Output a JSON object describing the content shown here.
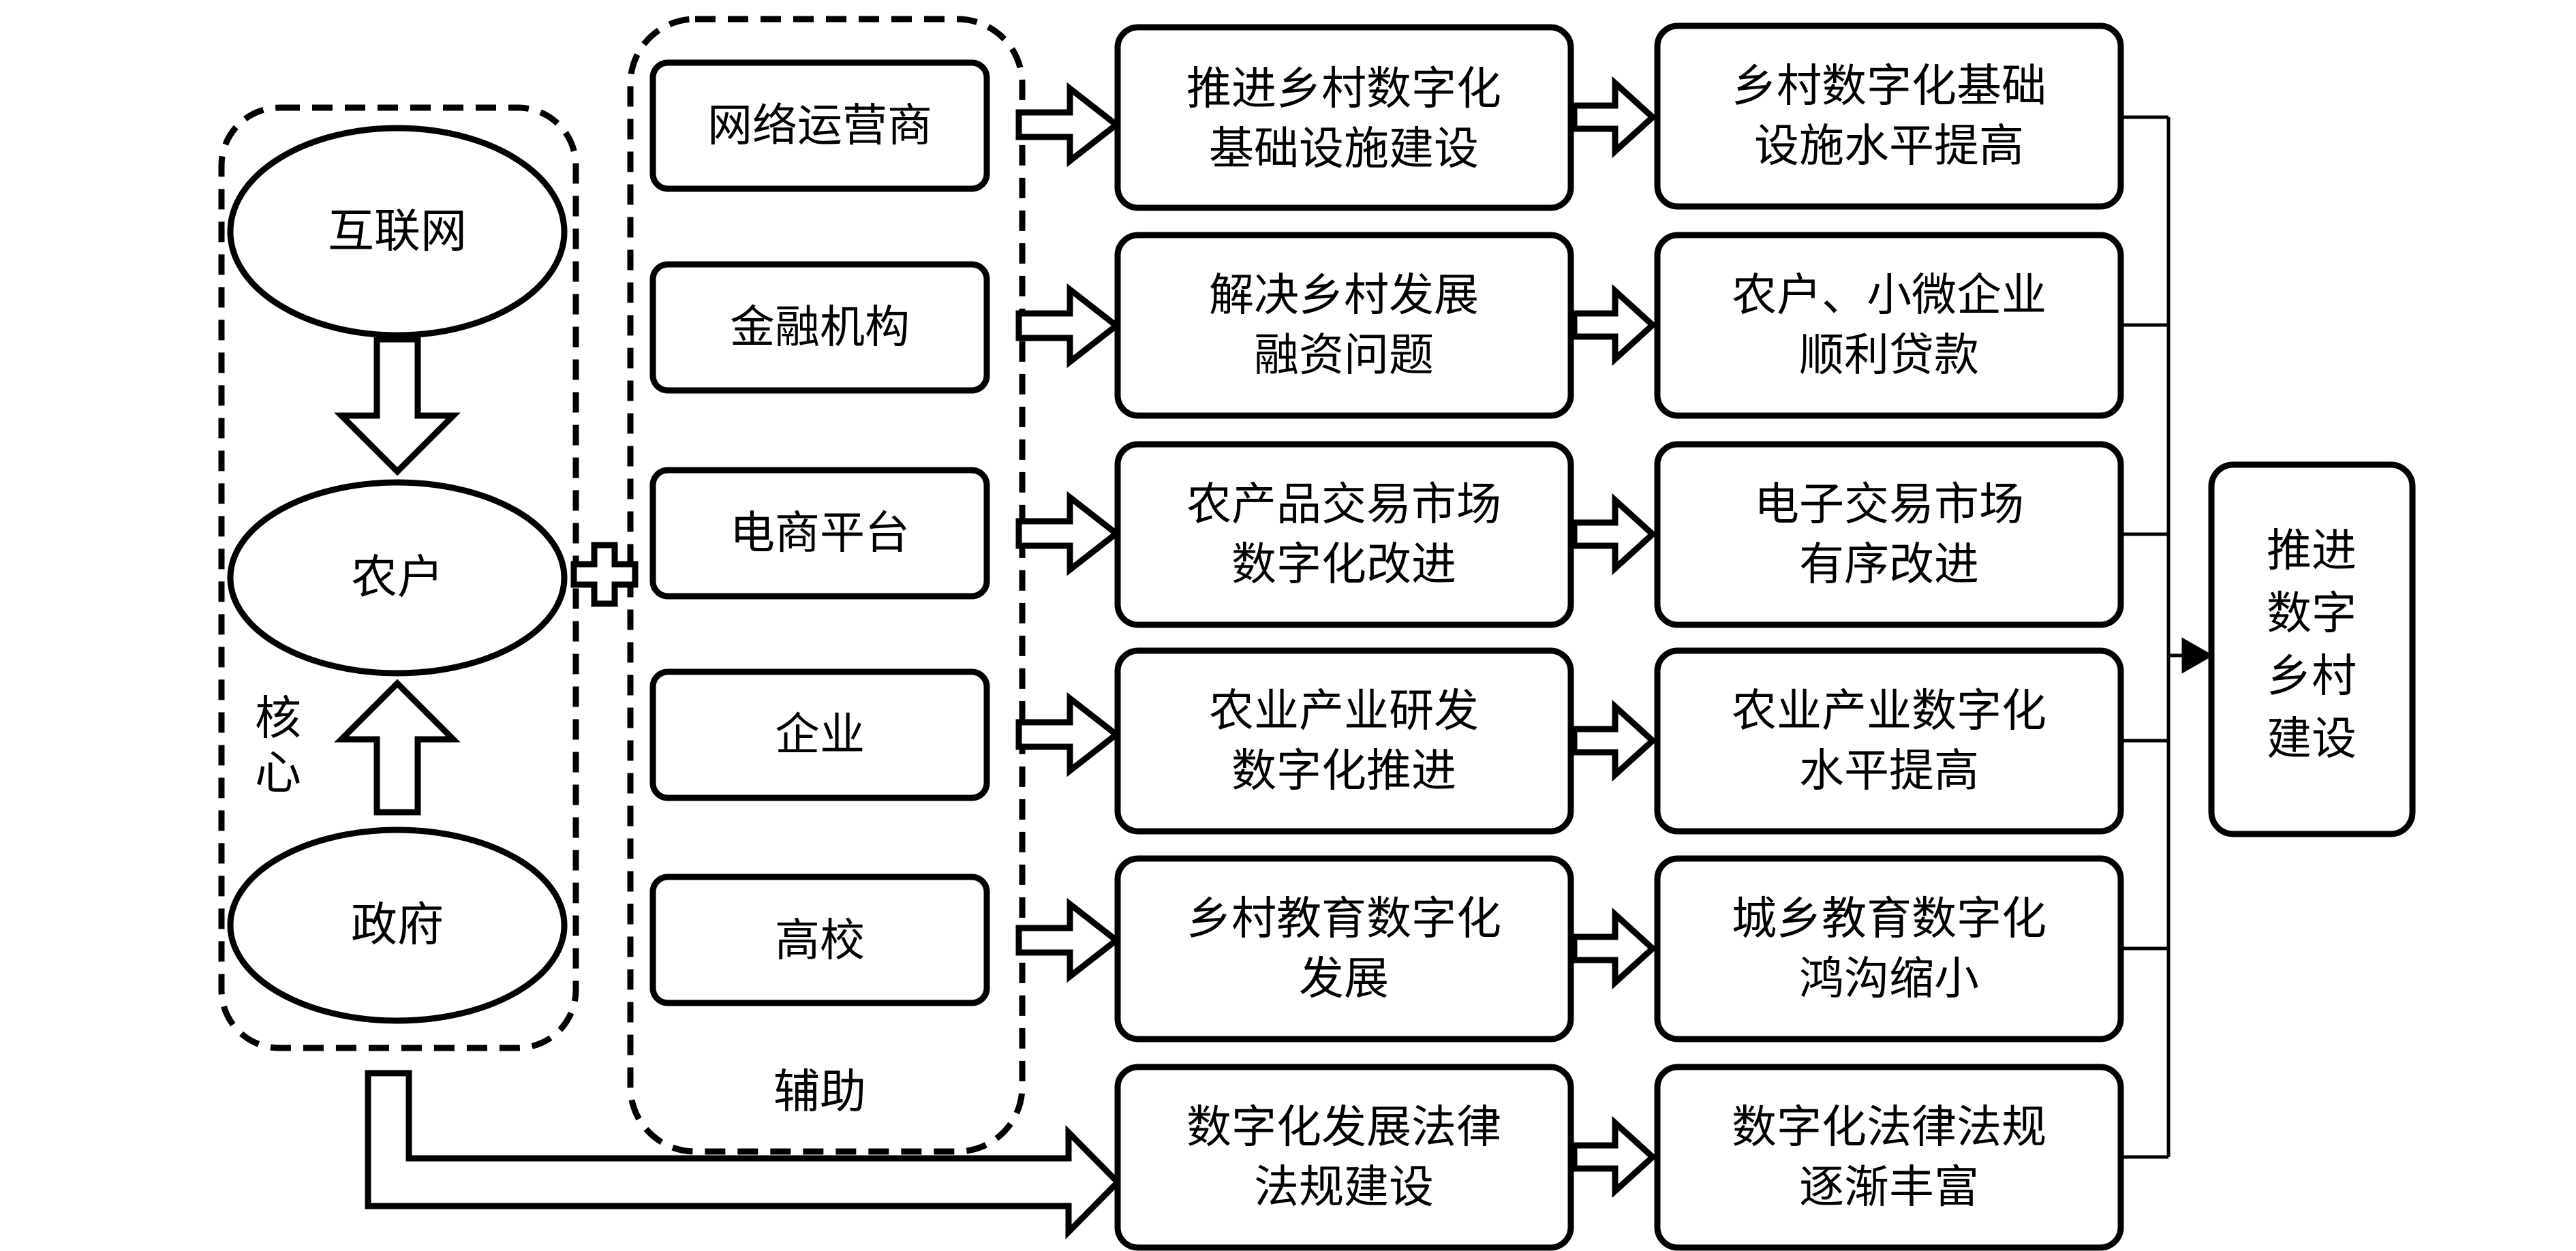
{
  "core": {
    "label_line1": "核",
    "label_line2": "心",
    "nodes": {
      "internet": "互联网",
      "farmer": "农户",
      "government": "政府"
    }
  },
  "auxiliary": {
    "label": "辅助",
    "nodes": [
      "网络运营商",
      "金融机构",
      "电商平台",
      "企业",
      "高校"
    ]
  },
  "actions": [
    {
      "line1": "推进乡村数字化",
      "line2": "基础设施建设"
    },
    {
      "line1": "解决乡村发展",
      "line2": "融资问题"
    },
    {
      "line1": "农产品交易市场",
      "line2": "数字化改进"
    },
    {
      "line1": "农业产业研发",
      "line2": "数字化推进"
    },
    {
      "line1": "乡村教育数字化",
      "line2": "发展"
    },
    {
      "line1": "数字化发展法律",
      "line2": "法规建设"
    }
  ],
  "results": [
    {
      "line1": "乡村数字化基础",
      "line2": "设施水平提高"
    },
    {
      "line1": "农户、小微企业",
      "line2": "顺利贷款"
    },
    {
      "line1": "电子交易市场",
      "line2": "有序改进"
    },
    {
      "line1": "农业产业数字化",
      "line2": "水平提高"
    },
    {
      "line1": "城乡教育数字化",
      "line2": "鸿沟缩小"
    },
    {
      "line1": "数字化法律法规",
      "line2": "逐渐丰富"
    }
  ],
  "goal": {
    "lines": [
      "推进",
      "数字",
      "乡村",
      "建设"
    ]
  }
}
